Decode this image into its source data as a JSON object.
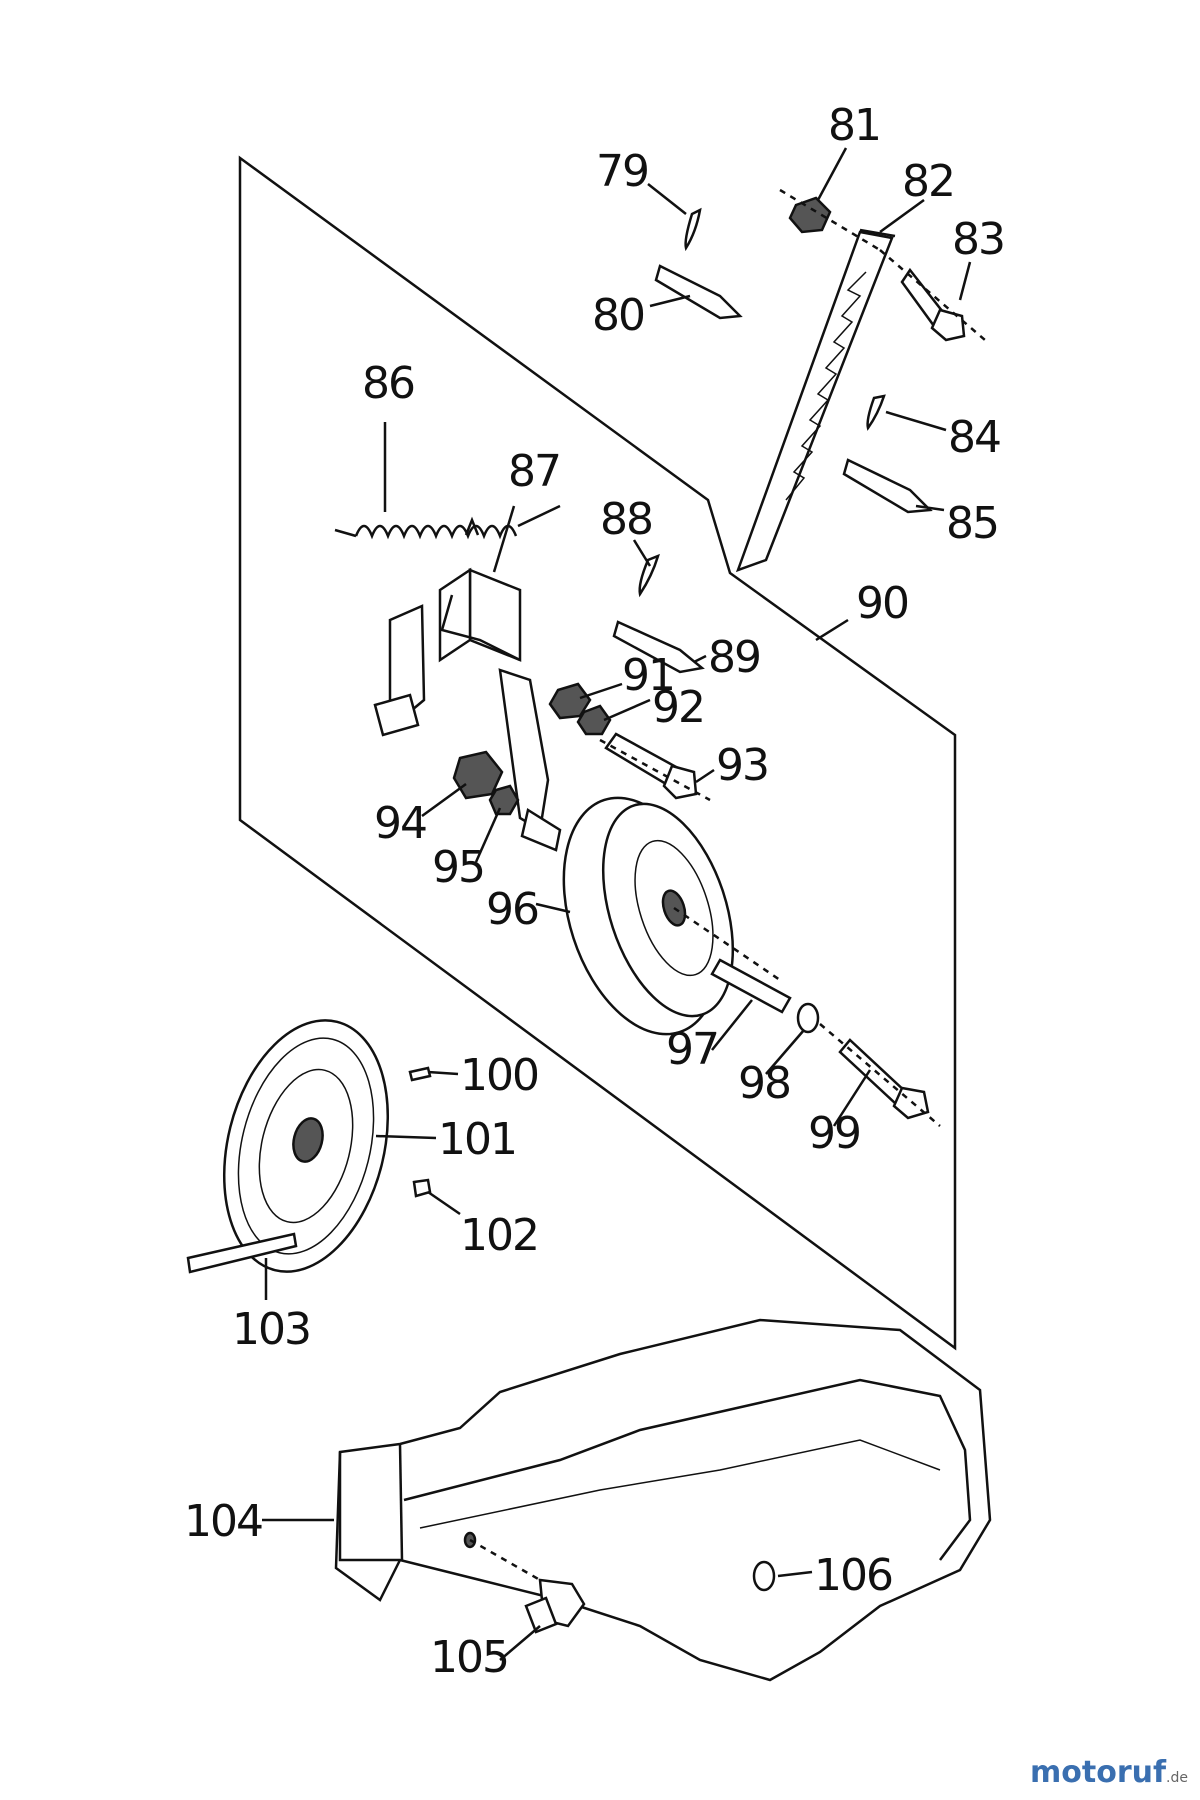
{
  "labels": [
    "79",
    "80",
    "81",
    "82",
    "83",
    "84",
    "85",
    "86",
    "87",
    "88",
    "89",
    "90",
    "91",
    "92",
    "93",
    "94",
    "95",
    "96",
    "97",
    "98",
    "99",
    "100",
    "101",
    "102",
    "103",
    "104",
    "105",
    "106"
  ],
  "watermark": {
    "main": "motoruf",
    "tld": ".de"
  }
}
